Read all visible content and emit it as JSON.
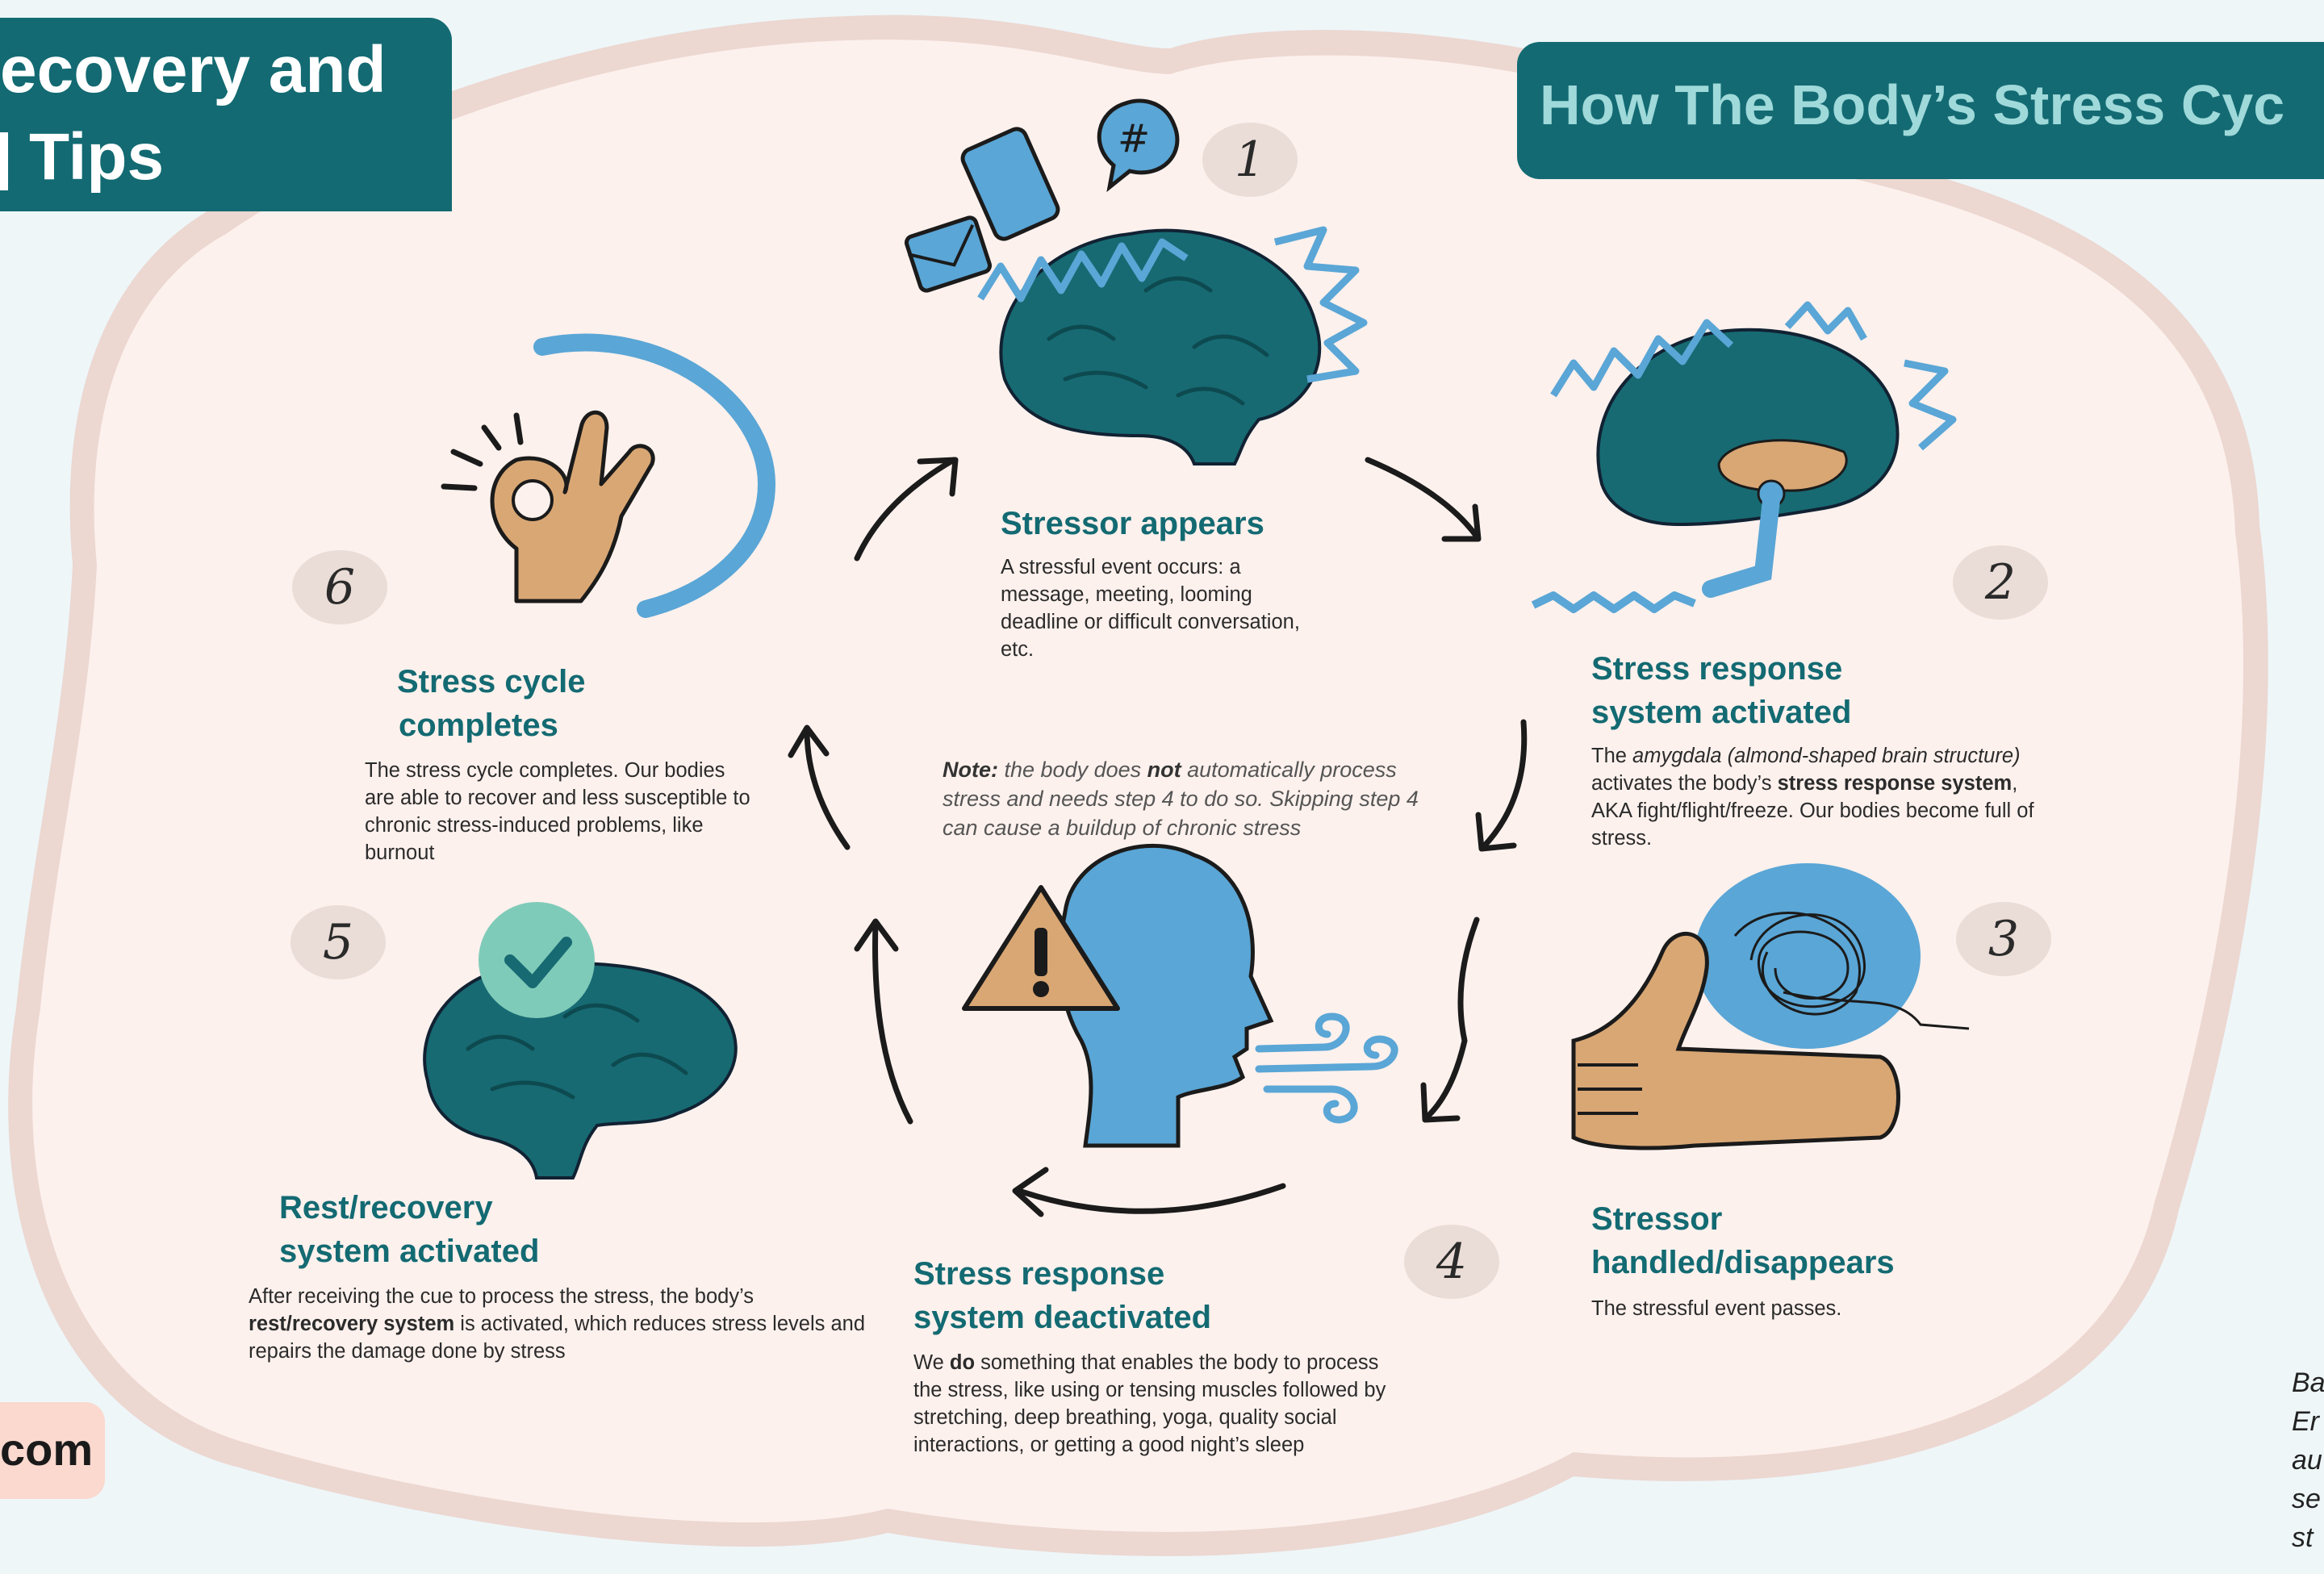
{
  "header_left": {
    "line1": "ecovery and",
    "line2": "Tips"
  },
  "header_right": {
    "title": "How The Body’s Stress Cyc"
  },
  "footer_left": {
    "text": "com"
  },
  "side_text": {
    "lines": [
      "Ba",
      "Er",
      "au",
      "se",
      "st"
    ]
  },
  "note": {
    "label": "Note:",
    "part1": " the body does ",
    "bold": "not",
    "part2": " automatically process stress and needs step 4 to do so. Skipping step 4 can cause a buildup of chronic stress"
  },
  "steps": {
    "s1": {
      "number": "1",
      "title": "Stressor appears",
      "desc": "A stressful event occurs: a message, meeting, looming deadline or difficult conversation, etc."
    },
    "s2": {
      "number": "2",
      "title_line1": "Stress response",
      "title_line2": "system activated",
      "desc_a": "The ",
      "desc_b": "amygdala (almond-shaped brain structure)",
      "desc_c": " activates the body’s ",
      "desc_d": "stress response system",
      "desc_e": ", AKA fight/flight/freeze. Our bodies become full of stress."
    },
    "s3": {
      "number": "3",
      "title_line1": "Stressor",
      "title_line2": "handled/disappears",
      "desc": "The stressful event passes."
    },
    "s4": {
      "number": "4",
      "title_line1": "Stress response",
      "title_line2": "system deactivated",
      "desc_a": "We ",
      "desc_b": "do",
      "desc_c": " something that enables the body to process the stress, like using or tensing muscles followed by stretching, deep breathing, yoga, quality social interactions, or getting a good night’s sleep"
    },
    "s5": {
      "number": "5",
      "title_line1": "Rest/recovery",
      "title_line2": "system activated",
      "desc_a": "After receiving the cue to process the stress, the body’s ",
      "desc_b": "rest/recovery system",
      "desc_c": " is activated, which reduces stress levels and repairs the damage done by stress"
    },
    "s6": {
      "number": "6",
      "title_line1": "Stress cycle",
      "title_line2": "completes",
      "desc": "The stress cycle completes. Our bodies are able to recover and less susceptible to chronic stress-induced problems, like burnout"
    }
  },
  "icons": {
    "step1": "brain-with-notifications-icon",
    "step2": "brain-amygdala-icon",
    "step3": "thumbs-up-tangle-icon",
    "step4": "head-breathing-warning-icon",
    "step5": "brain-checkmark-icon",
    "step6": "ok-hand-icon"
  },
  "colors": {
    "teal_dark": "#136a72",
    "teal_brain": "#176a72",
    "blue_light": "#5aa6d6",
    "skin": "#d9a774",
    "blob": "#fdf0ec",
    "blob_border": "#ecd6d0",
    "background": "#eef6f8",
    "mint": "#7fcbb9"
  }
}
